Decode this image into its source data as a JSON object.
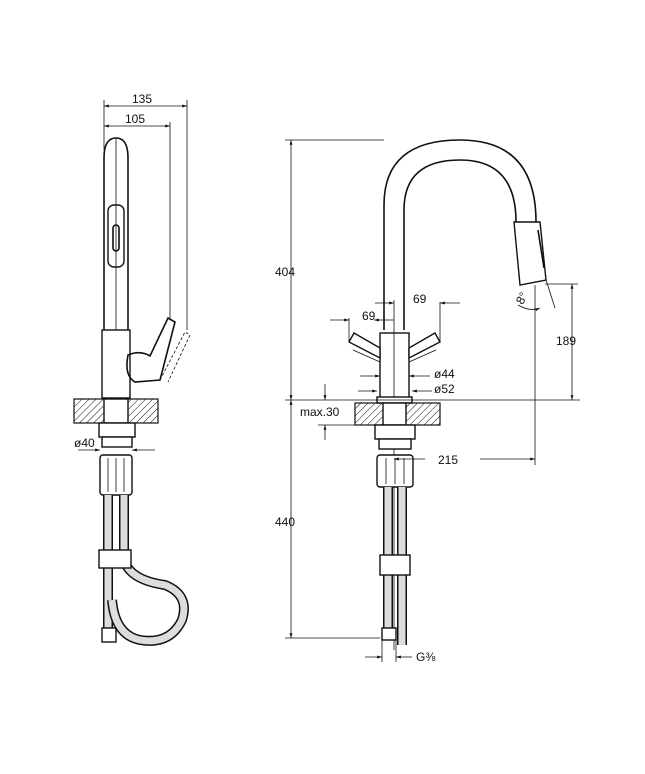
{
  "drawing": {
    "side_view": {
      "overall_width": "135",
      "handle_reach": "105",
      "hose_diameter": "ø40"
    },
    "front_view": {
      "height_above_deck": "404",
      "length_below_deck": "440",
      "handle_left": "69",
      "handle_right": "69",
      "body_diameter": "ø44",
      "base_diameter": "ø52",
      "max_deck_thickness": "max.30",
      "spout_reach": "215",
      "spout_outlet_height": "189",
      "spray_angle": "8°",
      "connection_thread": "G⅜"
    },
    "colors": {
      "line": "#111111",
      "background": "#ffffff"
    }
  }
}
